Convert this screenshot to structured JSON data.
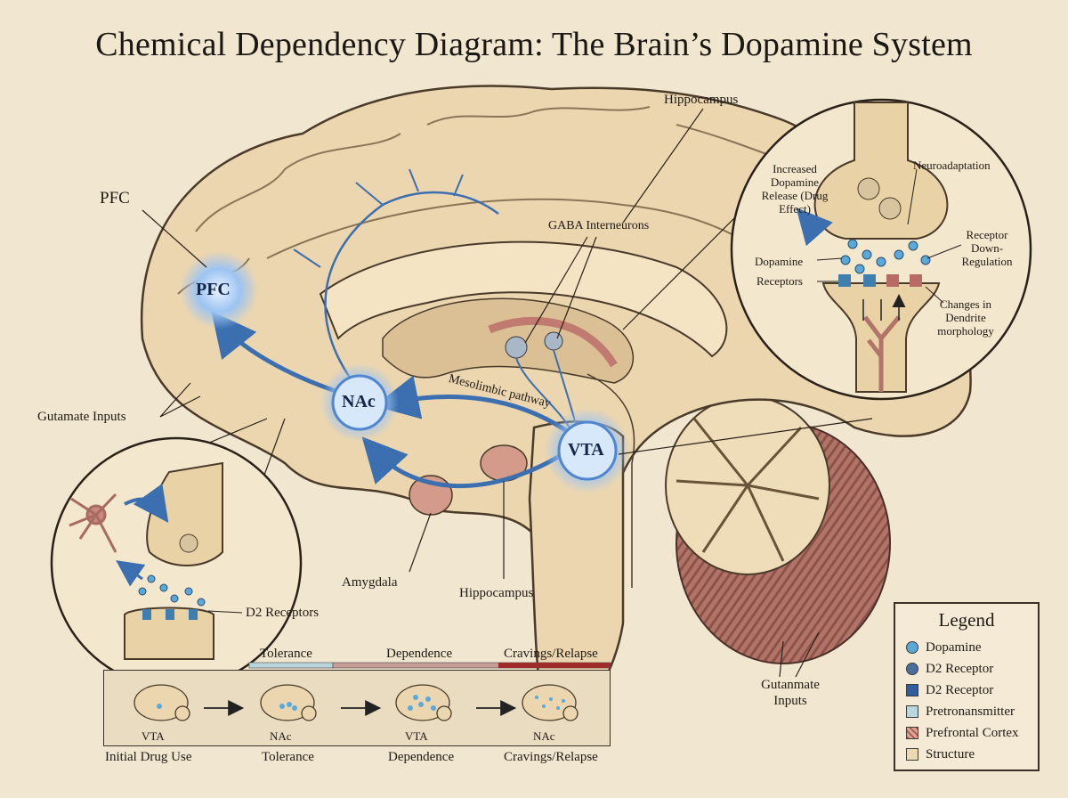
{
  "title": "Chemical Dependency Diagram: The Brain’s Dopamine System",
  "labels": {
    "pfc_outer": "PFC",
    "pfc_node": "PFC",
    "nac_node": "NAc",
    "vta_node": "VTA",
    "hippocampus_top": "Hippocampus",
    "gaba": "GABA Interneurons",
    "mesolimbic": "Mesolimbic pathway",
    "glutamate_inputs": "Gutamate Inputs",
    "amygdala": "Amygdala",
    "hippocampus_bottom": "Hippocampus",
    "d2_receptors": "D2 Receptors",
    "gutanmate_inputs": "Gutanmate Inputs"
  },
  "synapse": {
    "increased": "Increased Dopamine Release (Drug Effect)",
    "neuroadaptation": "Neuroadaptation",
    "dopamine": "Dopamine",
    "receptors": "Receptors",
    "receptor_down": "Receptor Down- Regulation",
    "changes": "Changes in Dendrite morphology"
  },
  "stages": {
    "bar_labels": [
      "Tolerance",
      "Dependence",
      "Cravings/Relapse"
    ],
    "inner_labels": [
      "VTA",
      "NAc",
      "VTA",
      "NAc"
    ],
    "captions": [
      "Initial Drug Use",
      "Tolerance",
      "Dependence",
      "Cravings/Relapse"
    ]
  },
  "legend": {
    "title": "Legend",
    "items": [
      {
        "label": "Dopamine",
        "color": "#5aa9d8",
        "shape": "circle"
      },
      {
        "label": "D2 Receptor",
        "color": "#4a6f9e",
        "shape": "circle"
      },
      {
        "label": "D2 Receptor",
        "color": "#2f5f9e",
        "shape": "square"
      },
      {
        "label": "Pretronansmitter",
        "color": "#b9d6df",
        "shape": "square"
      },
      {
        "label": "Prefrontal Cortex",
        "color": "#c98a7e",
        "shape": "hatch"
      },
      {
        "label": "Structure",
        "color": "#ecd9b2",
        "shape": "square"
      }
    ]
  },
  "colors": {
    "background": "#f1e6cf",
    "brain": "#ecd6b0",
    "pathway": "#3b6fb0",
    "glow": "#8fbdf0",
    "cerebellum_stripe": "#a86a62"
  }
}
